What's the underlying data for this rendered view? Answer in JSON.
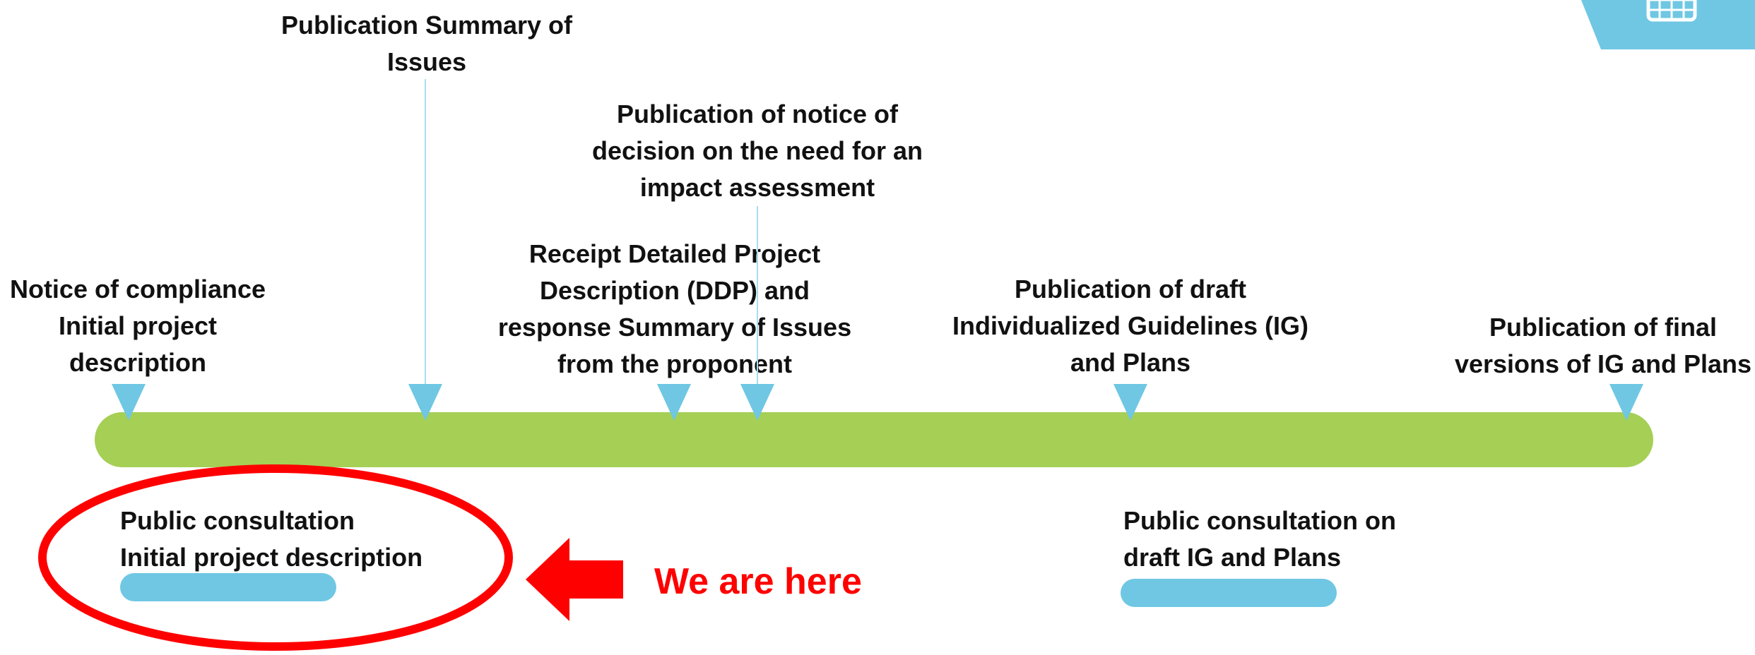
{
  "milestones": {
    "notice_compliance": [
      "Notice of compliance",
      "Initial project",
      "description"
    ],
    "summary_issues": [
      "Publication Summary of",
      "Issues"
    ],
    "receipt_ddp": [
      "Receipt Detailed Project",
      "Description (DDP) and",
      "response Summary of Issues",
      "from the proponent"
    ],
    "notice_decision": [
      "Publication of notice of",
      "decision on the need for an",
      "impact assessment"
    ],
    "draft_ig": [
      "Publication of draft",
      "Individualized Guidelines (IG)",
      "and Plans"
    ],
    "final_ig": [
      "Publication of final",
      "versions of IG and Plans"
    ]
  },
  "consultations": {
    "initial": [
      "Public consultation",
      "Initial project description"
    ],
    "draft": [
      "Public consultation on",
      "draft IG and Plans"
    ]
  },
  "indicator": {
    "text": "We are here"
  },
  "colors": {
    "timeline": "#a6cf55",
    "marker": "#6fc7e3",
    "highlight": "#ff0000",
    "text": "#111111"
  },
  "icons": {
    "corner_tab": "calendar-icon",
    "pointer": "arrow-left-icon"
  }
}
